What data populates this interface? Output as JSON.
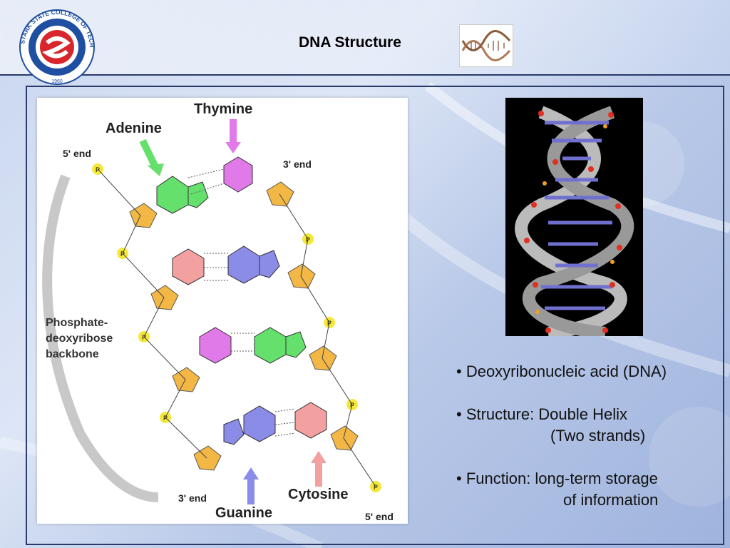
{
  "header": {
    "title": "DNA Structure",
    "logo": {
      "ring_text": "STARK STATE COLLEGE OF TECHNOLOGY",
      "year": "1960",
      "colors": {
        "ring": "#1f4fa0",
        "center": "#d8262c"
      }
    }
  },
  "diagram": {
    "labels": {
      "adenine": "Adenine",
      "thymine": "Thymine",
      "guanine": "Guanine",
      "cytosine": "Cytosine",
      "end_5_top": "5' end",
      "end_3_top": "3' end",
      "end_3_bottom": "3' end",
      "end_5_bottom": "5' end",
      "backbone_1": "Phosphate-",
      "backbone_2": "deoxyribose",
      "backbone_3": "backbone"
    },
    "colors": {
      "adenine": "#66e06c",
      "thymine": "#e07ae8",
      "guanine": "#8b8be8",
      "cytosine": "#f2a0a0",
      "sugar": "#f2b744",
      "phosphate": "#f5e83a"
    }
  },
  "bullets": [
    "• Deoxyribonucleic acid (DNA)",
    "• Structure: Double Helix",
    "(Two strands)",
    "• Function: long-term storage",
    "of information"
  ]
}
